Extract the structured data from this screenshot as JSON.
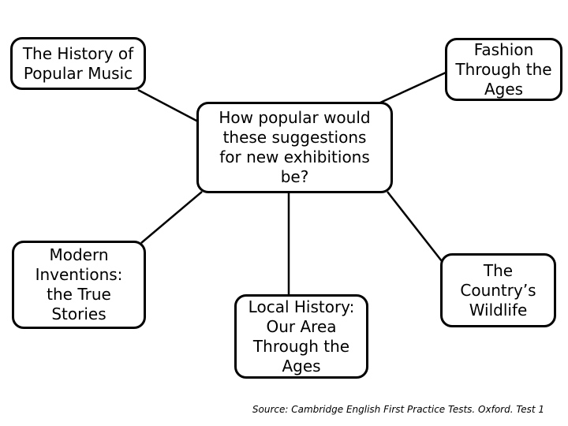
{
  "page": {
    "background_color": "#ffffff",
    "ink_color": "#000000"
  },
  "diagram": {
    "type": "mind-map",
    "center": {
      "lines": [
        "How popular would",
        "these suggestions",
        "for new exhibitions",
        "be?"
      ]
    },
    "nodes": {
      "history": {
        "lines": [
          "The History of",
          "Popular Music"
        ]
      },
      "fashion": {
        "lines": [
          "Fashion",
          "Through the",
          "Ages"
        ]
      },
      "modern": {
        "lines": [
          "Modern",
          "Inventions:",
          "the True",
          "Stories"
        ]
      },
      "local": {
        "lines": [
          "Local History:",
          "Our Area",
          "Through the",
          "Ages"
        ]
      },
      "wildlife": {
        "lines": [
          "The",
          "Country’s",
          "Wildlife"
        ]
      }
    },
    "source_note": "Source: Cambridge English First Practice Tests. Oxford. Test 1"
  }
}
